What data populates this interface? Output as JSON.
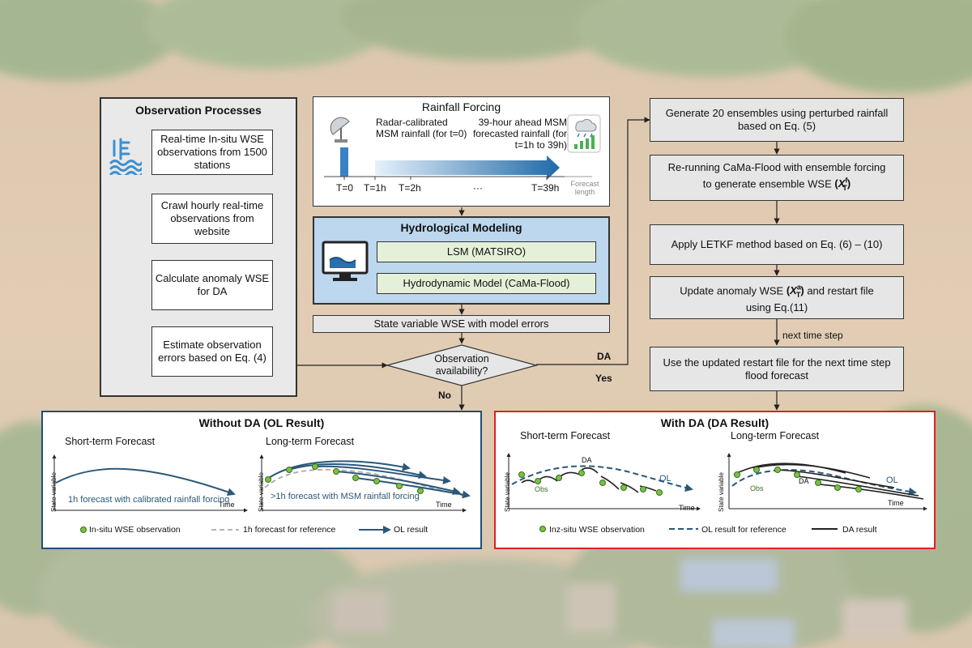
{
  "observation": {
    "title": "Observation Processes",
    "steps": [
      "Real-time In-situ WSE observations from 1500 stations",
      "Crawl hourly real-time observations from website",
      "Calculate anomaly WSE for DA",
      "Estimate observation errors based on Eq. (4)"
    ]
  },
  "rainfall": {
    "title": "Rainfall Forcing",
    "radar_label": "Radar-calibrated MSM rainfall (for t=0)",
    "forecast_label": "39-hour ahead MSM forecasted rainfall (for t=1h to 39h)",
    "ticks": [
      "T=0",
      "T=1h",
      "T=2h",
      "···",
      "T=39h"
    ],
    "axis_label": "Forecast length"
  },
  "hydro": {
    "title": "Hydrological Modeling",
    "lsm": "LSM (MATSIRO)",
    "hdm": "Hydrodynamic Model (CaMa-Flood)"
  },
  "state_variable": "State variable WSE with model errors",
  "decision": {
    "text": "Observation availability?",
    "yes": "Yes",
    "no": "No",
    "da": "DA"
  },
  "da_steps": {
    "step1": "Generate 20 ensembles using perturbed rainfall based on Eq. (5)",
    "step2_line1": "Re-running CaMa-Flood with ensemble forcing",
    "step2_line2": "to generate ensemble WSE",
    "step2_math": "X",
    "step2_sup": "f",
    "step2_sub": "T",
    "step3": "Apply LETKF method based on Eq. (6) – (10)",
    "step4_line1": "Update anomaly WSE",
    "step4_line1b": "and restart file",
    "step4_line2": "using Eq.(11)",
    "step4_math": "X",
    "step4_sup": "a",
    "step4_sub": "T",
    "next_step": "next time step",
    "step5": "Use the updated restart file for the next time step flood forecast"
  },
  "ol_panel": {
    "title": "Without DA (OL Result)",
    "short_title": "Short-term Forecast",
    "long_title": "Long-term Forecast",
    "y_label": "State variable",
    "x_label": "Time",
    "short_annot": "1h forecast with calibrated rainfall forcing",
    "long_annot": ">1h forecast with MSM rainfall forcing",
    "legend": [
      "In-situ WSE observation",
      "1h forecast for reference",
      "OL result"
    ]
  },
  "da_panel": {
    "title": "With DA (DA Result)",
    "short_title": "Short-term Forecast",
    "long_title": "Long-term Forecast",
    "y_label": "State variable",
    "x_label": "Time",
    "obs": "Obs",
    "da": "DA",
    "ol": "OL",
    "legend": [
      "Inz-situ WSE observation",
      "OL result for reference",
      "DA result"
    ]
  },
  "colors": {
    "panel_ol_border": "#1f4e79",
    "panel_da_border": "#e02020",
    "hydro_fill": "#bcd7ee",
    "ol_line": "#2a5878",
    "obs_green": "#7ac043"
  }
}
